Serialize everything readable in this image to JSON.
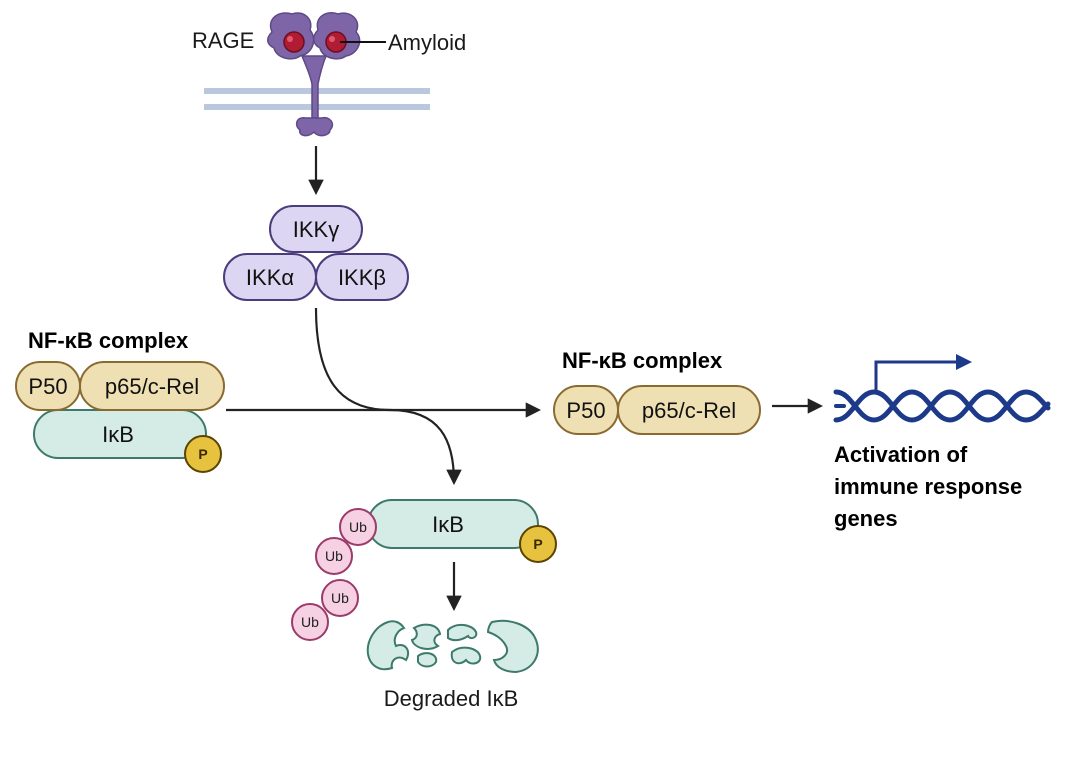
{
  "labels": {
    "rage": "RAGE",
    "amyloid": "Amyloid",
    "ikk_gamma": "IKKγ",
    "ikk_alpha": "IKKα",
    "ikk_beta": "IKKβ",
    "nfkb_title_left": "NF-κB complex",
    "nfkb_title_right": "NF-κB complex",
    "p50_left": "P50",
    "p65_left": "p65/c-Rel",
    "ikb_left": "IκB",
    "p_left": "P",
    "p50_right": "P50",
    "p65_right": "p65/c-Rel",
    "ikb_ub": "IκB",
    "p_ub": "P",
    "ub_1": "Ub",
    "ub_2": "Ub",
    "ub_3": "Ub",
    "ub_4": "Ub",
    "degraded": "Degraded IκB",
    "activation_line1": "Activation of",
    "activation_line2": "immune response",
    "activation_line3": "genes"
  },
  "colors": {
    "receptor": "#7d65a8",
    "amyloid": "#b01c34",
    "membrane": "#b9c8dc",
    "ikk_fill": "#dcd6f3",
    "ikk_stroke": "#4b3d7c",
    "nfkb_fill": "#efe0b4",
    "nfkb_stroke": "#8a6a30",
    "ikb_fill": "#d5ebe6",
    "ikb_stroke": "#3d7a6a",
    "phospho_fill": "#e7c23f",
    "phospho_stroke": "#5a4400",
    "ub_fill": "#f6d0e3",
    "ub_stroke": "#9c3a6a",
    "dna": "#1d3a8a",
    "arrow": "#222222"
  }
}
